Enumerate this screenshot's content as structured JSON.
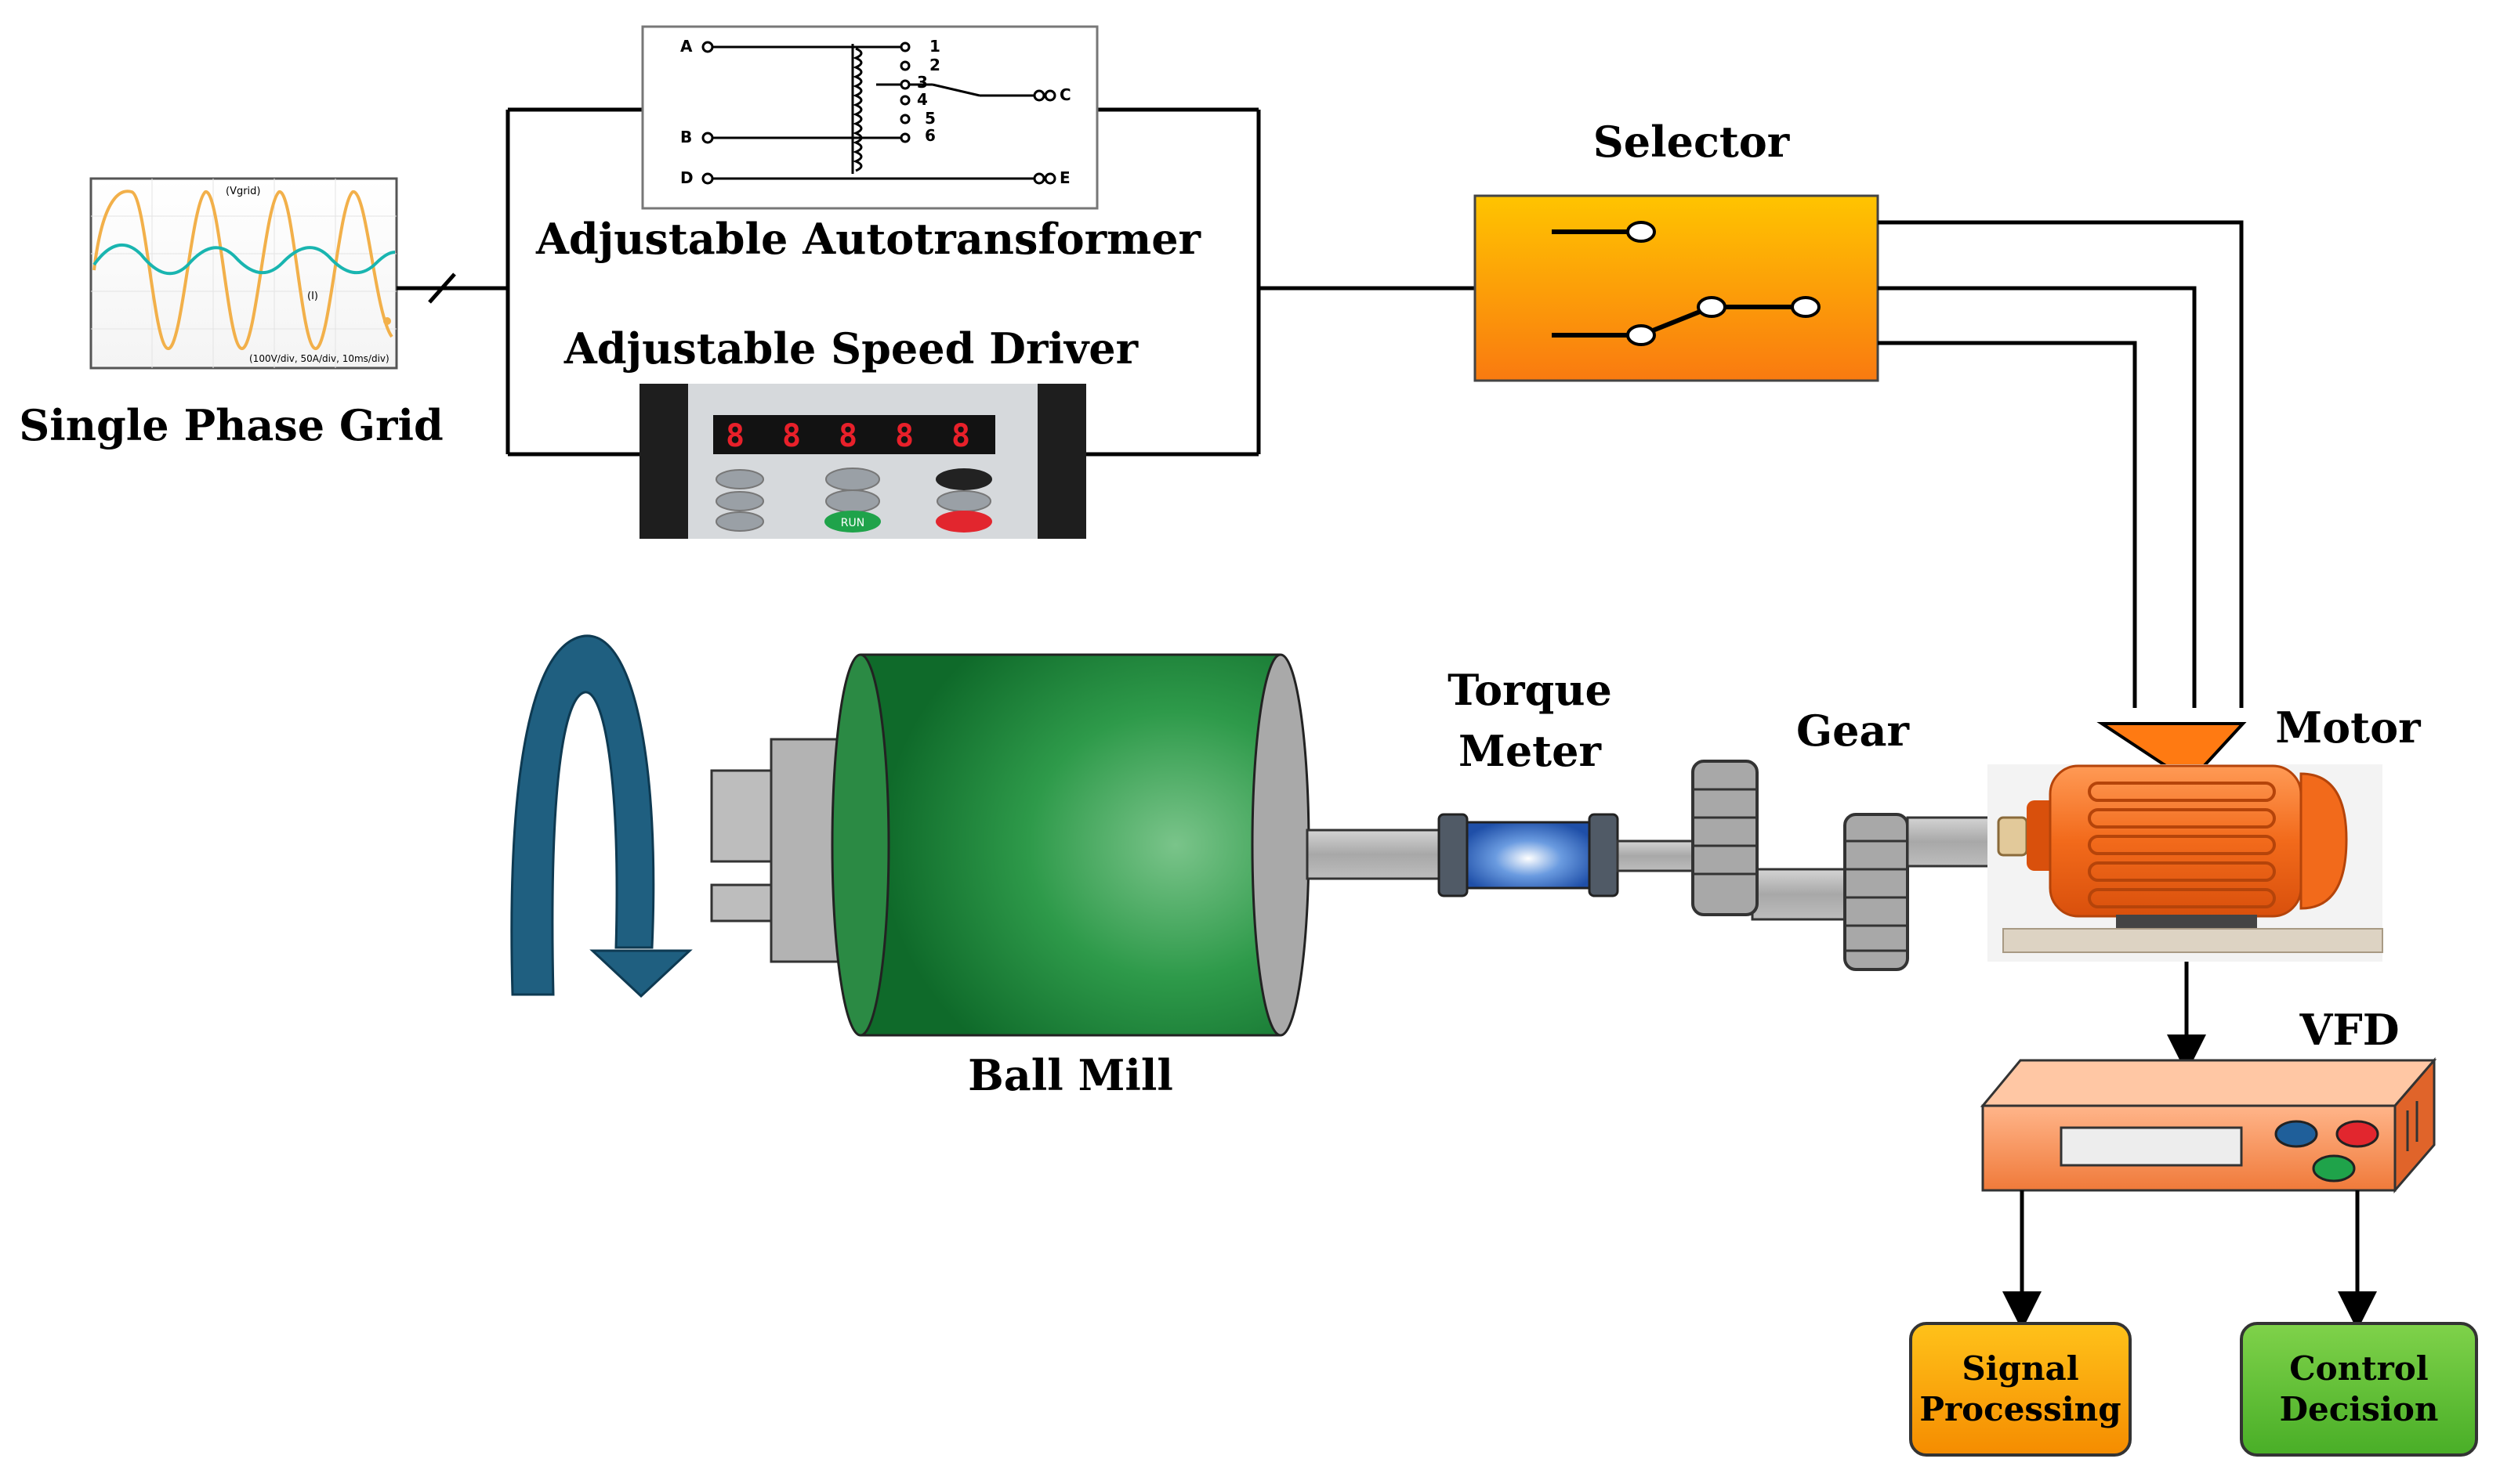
{
  "labels": {
    "autotransformer": "Adjustable Autotransformer",
    "speed_driver": "Adjustable Speed Driver",
    "grid": "Single Phase Grid",
    "selector": "Selector",
    "torque_meter_1": "Torque",
    "torque_meter_2": "Meter",
    "gear": "Gear",
    "motor": "Motor",
    "ball_mill": "Ball Mill",
    "vfd": "VFD",
    "signal_processing_1": "Signal",
    "signal_processing_2": "Processing",
    "control_decision_1": "Control",
    "control_decision_2": "Decision"
  },
  "autotransformer_terminals": {
    "a": "A",
    "b": "B",
    "c": "C",
    "d": "D",
    "e": "E",
    "taps": [
      "1",
      "2",
      "3",
      "4",
      "5",
      "6"
    ]
  },
  "grid_scope": {
    "trace_label": "(Vgrid)",
    "current_label": "(I)",
    "footer": "(100V/div, 50A/div, 10ms/div)"
  },
  "drive_panel": {
    "display_digits": [
      "8",
      "8",
      "8",
      "8",
      "8"
    ],
    "run_button": "RUN"
  },
  "colors": {
    "selector_top": "#FFC000",
    "selector_bottom": "#F97A10",
    "drum": "#1E8E3E",
    "motor": "#F26A1B",
    "arrow": "#1F5F80",
    "signal_box": "#F9A800",
    "control_box": "#5FC132"
  }
}
